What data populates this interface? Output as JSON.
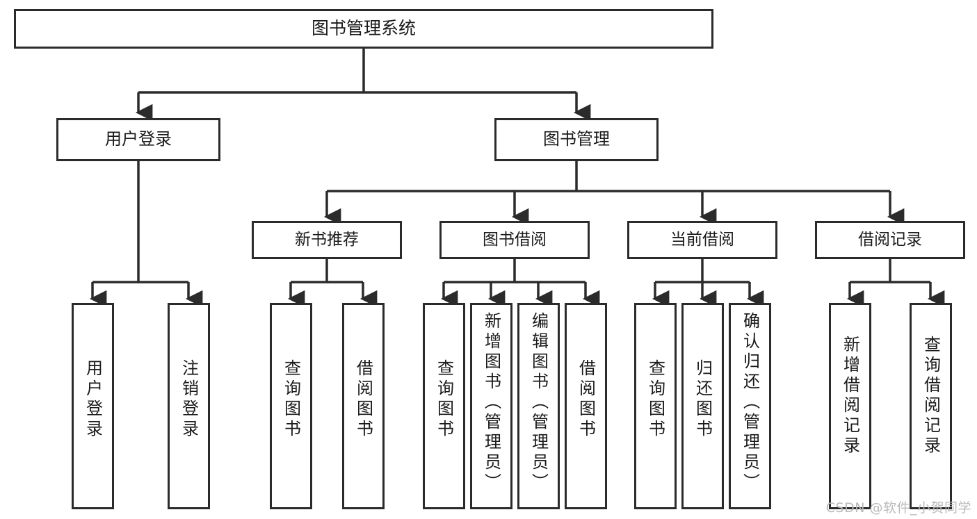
{
  "diagram": {
    "type": "tree-hierarchy",
    "title": "图书管理系统",
    "root": {
      "id": "root",
      "label": "图书管理系统"
    },
    "level2": [
      {
        "id": "user-login",
        "label": "用户登录"
      },
      {
        "id": "book-management",
        "label": "图书管理"
      }
    ],
    "level3": [
      {
        "id": "new-book-recommend",
        "label": "新书推荐",
        "parent": "book-management"
      },
      {
        "id": "book-borrow",
        "label": "图书借阅",
        "parent": "book-management"
      },
      {
        "id": "current-borrow",
        "label": "当前借阅",
        "parent": "book-management"
      },
      {
        "id": "borrow-record",
        "label": "借阅记录",
        "parent": "book-management"
      }
    ],
    "leaves": [
      {
        "id": "leaf-user-login",
        "label": "用户登录",
        "parent": "user-login"
      },
      {
        "id": "leaf-logout",
        "label": "注销登录",
        "parent": "user-login"
      },
      {
        "id": "leaf-query-book-1",
        "label": "查询图书",
        "parent": "new-book-recommend"
      },
      {
        "id": "leaf-borrow-book-1",
        "label": "借阅图书",
        "parent": "new-book-recommend"
      },
      {
        "id": "leaf-query-book-2",
        "label": "查询图书",
        "parent": "book-borrow"
      },
      {
        "id": "leaf-add-book",
        "label": "新增图书（管理员）",
        "parent": "book-borrow"
      },
      {
        "id": "leaf-edit-book",
        "label": "编辑图书（管理员）",
        "parent": "book-borrow"
      },
      {
        "id": "leaf-borrow-book-2",
        "label": "借阅图书",
        "parent": "book-borrow"
      },
      {
        "id": "leaf-query-book-3",
        "label": "查询图书",
        "parent": "current-borrow"
      },
      {
        "id": "leaf-return-book",
        "label": "归还图书",
        "parent": "current-borrow"
      },
      {
        "id": "leaf-confirm-return",
        "label": "确认归还（管理员）",
        "parent": "current-borrow"
      },
      {
        "id": "leaf-add-record",
        "label": "新增借阅记录",
        "parent": "borrow-record"
      },
      {
        "id": "leaf-query-record",
        "label": "查询借阅记录",
        "parent": "borrow-record"
      }
    ]
  },
  "watermark": {
    "text": "CSDN @软件_小贺同学"
  },
  "colors": {
    "border": "#2b2b2b",
    "background": "#ffffff",
    "text": "#1a1a1a",
    "watermark": "#b9b9b9"
  }
}
